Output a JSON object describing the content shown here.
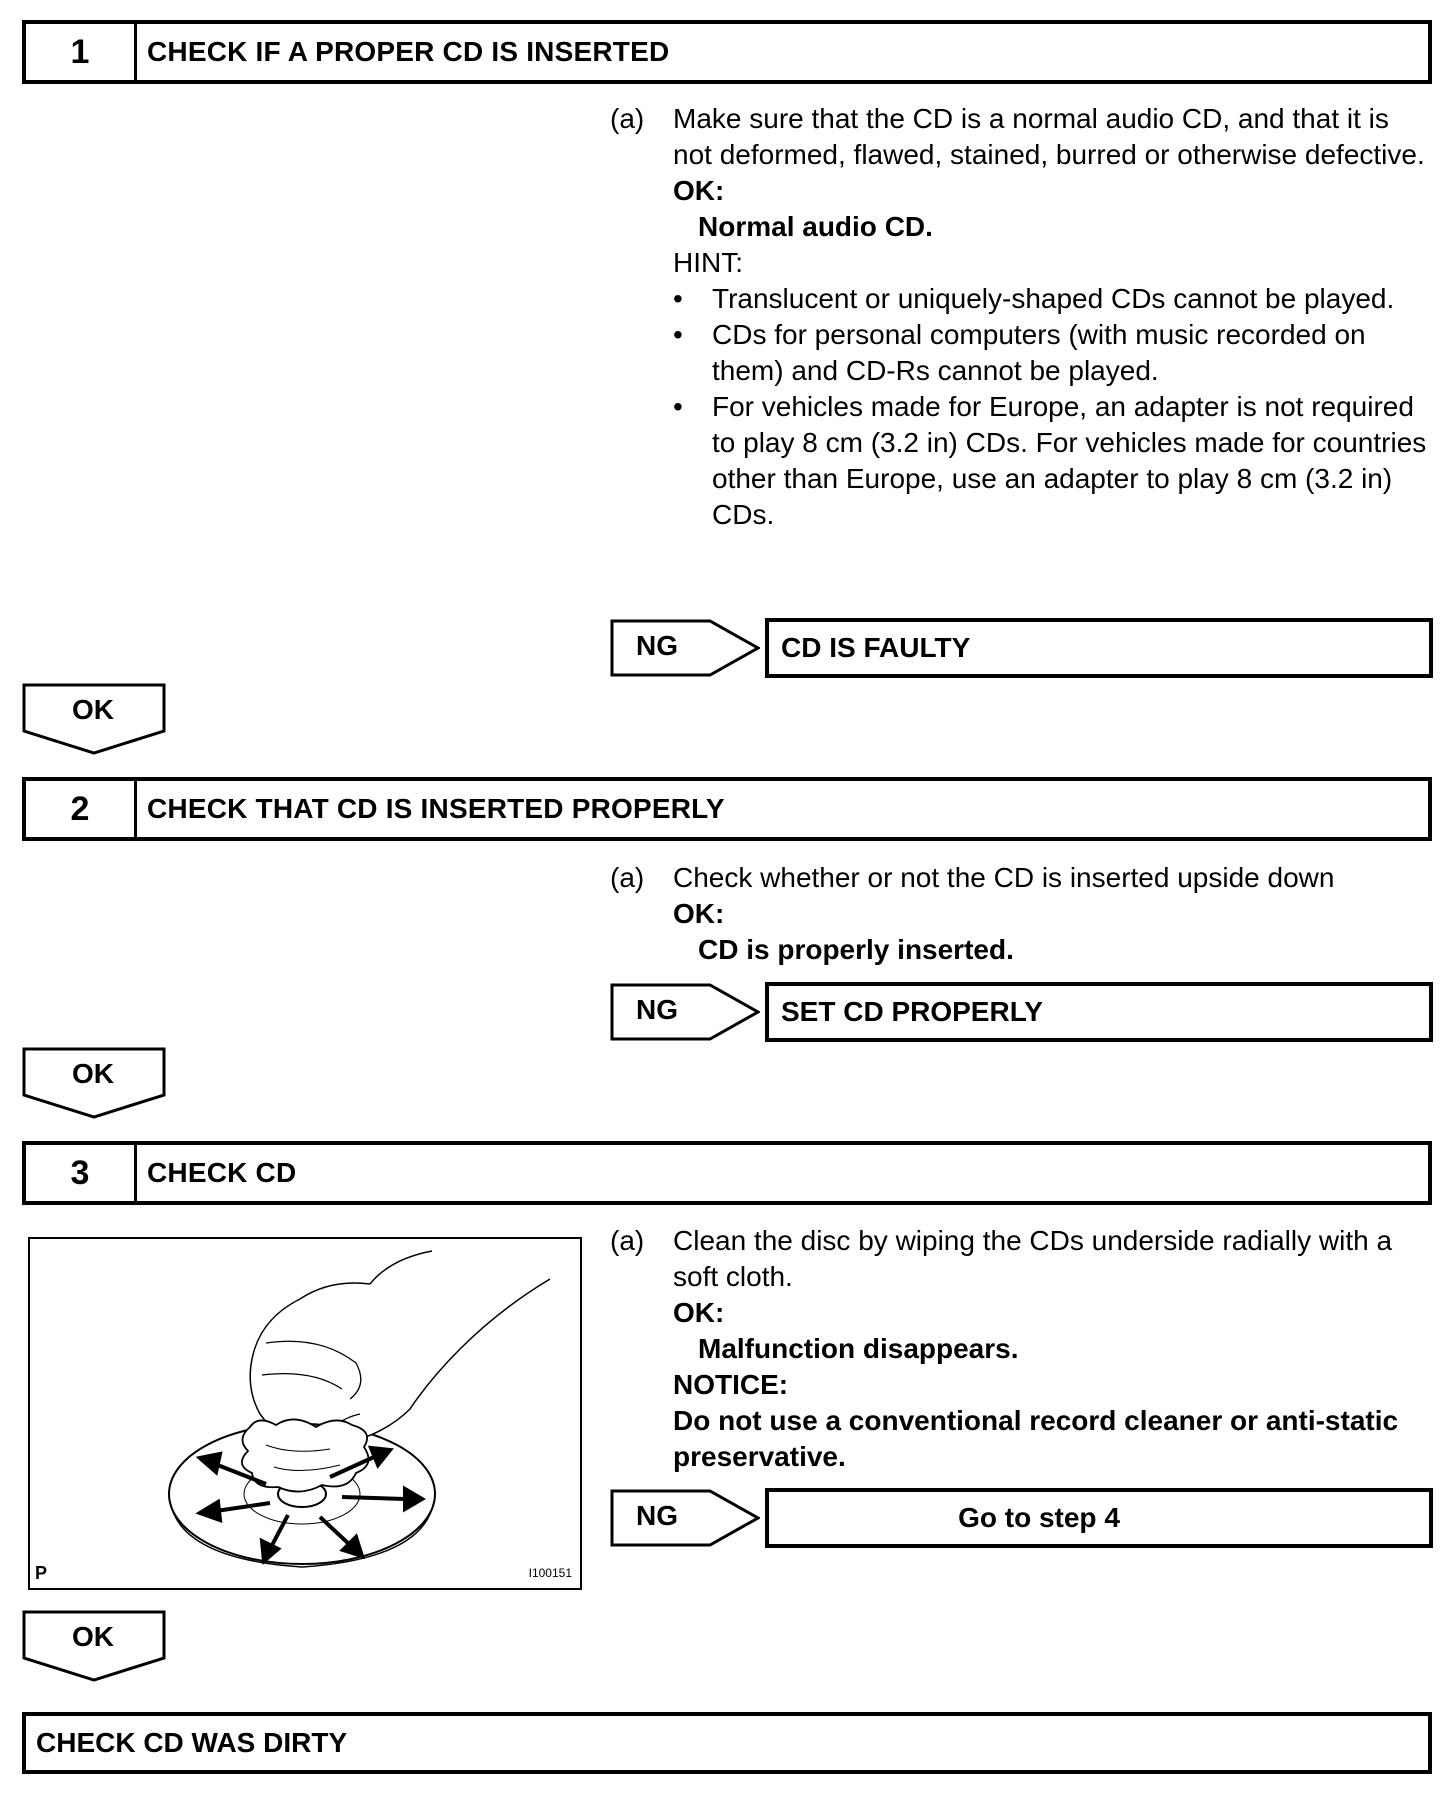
{
  "steps": [
    {
      "number": "1",
      "title": "CHECK IF A PROPER CD IS INSERTED",
      "item_label": "(a)",
      "item_text": "Make sure that the CD is a normal audio CD, and that it is not deformed, flawed, stained, burred or otherwise defective.",
      "ok_label": "OK:",
      "ok_value": "Normal audio CD.",
      "hint_label": "HINT:",
      "hints": [
        "Translucent or uniquely-shaped CDs cannot be played.",
        "CDs for personal computers (with music recorded on them) and CD-Rs cannot be played.",
        "For vehicles made for Europe, an adapter is not required to play 8 cm (3.2 in) CDs. For vehicles made for countries other than Europe, use an adapter to play 8 cm (3.2 in) CDs."
      ],
      "bullet": "•",
      "ng_label": "NG",
      "ng_result": "CD IS FAULTY",
      "ok_arrow": "OK"
    },
    {
      "number": "2",
      "title": "CHECK THAT CD IS INSERTED PROPERLY",
      "item_label": "(a)",
      "item_text": "Check whether or not the CD is inserted upside down",
      "ok_label": "OK:",
      "ok_value": "CD is properly inserted.",
      "ng_label": "NG",
      "ng_result": "SET CD PROPERLY",
      "ok_arrow": "OK"
    },
    {
      "number": "3",
      "title": "CHECK CD",
      "item_label": "(a)",
      "item_text": "Clean the disc by wiping the CDs underside radially with a soft cloth.",
      "ok_label": "OK:",
      "ok_value": "Malfunction disappears.",
      "notice_label": "NOTICE:",
      "notice_text": "Do not use a conventional record cleaner or anti-static preservative.",
      "ng_label": "NG",
      "ng_result": "Go to step 4",
      "ok_arrow": "OK",
      "illustration": {
        "corner_label": "P",
        "figure_id": "I100151"
      }
    }
  ],
  "final": "CHECK CD WAS DIRTY"
}
